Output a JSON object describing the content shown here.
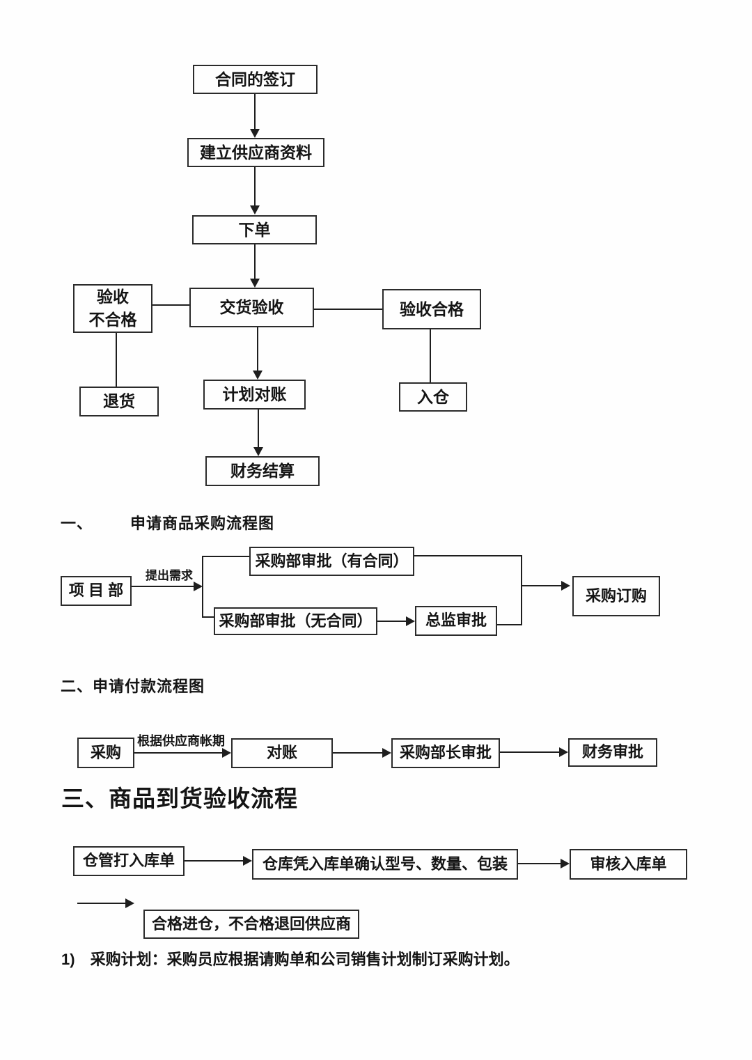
{
  "flow_main": {
    "contract": "合同的签订",
    "supplier_profile": "建立供应商资料",
    "place_order": "下单",
    "delivery_inspection": "交货验收",
    "inspection_fail_line1": "验收",
    "inspection_fail_line2": "不合格",
    "inspection_pass": "验收合格",
    "return_goods": "退货",
    "plan_reconciliation": "计划对账",
    "warehouse_in": "入仓",
    "financial_settlement": "财务结算"
  },
  "section1": {
    "heading_number": "一、",
    "heading_title": "申请商品采购流程图",
    "project_dept": "项 目 部",
    "request_label": "提出需求",
    "approval_with_contract": "采购部审批（有合同）",
    "approval_without_contract": "采购部审批（无合同）",
    "director_approval": "总监审批",
    "purchase_order": "采购订购"
  },
  "section2": {
    "heading": "二、申请付款流程图",
    "purchasing": "采购",
    "term_label": "根据供应商帐期",
    "reconciliation": "对账",
    "dept_head_approval": "采购部长审批",
    "finance_approval": "财务审批"
  },
  "section3": {
    "heading": "三、商品到货验收流程",
    "create_receipt": "仓管打入库单",
    "confirm_receipt": "仓库凭入库单确认型号、数量、包装",
    "review_receipt": "审核入库单",
    "result": "合格进仓，不合格退回供应商"
  },
  "footnote": {
    "number": "1)",
    "text": "采购计划：采购员应根据请购单和公司销售计划制订采购计划。"
  }
}
